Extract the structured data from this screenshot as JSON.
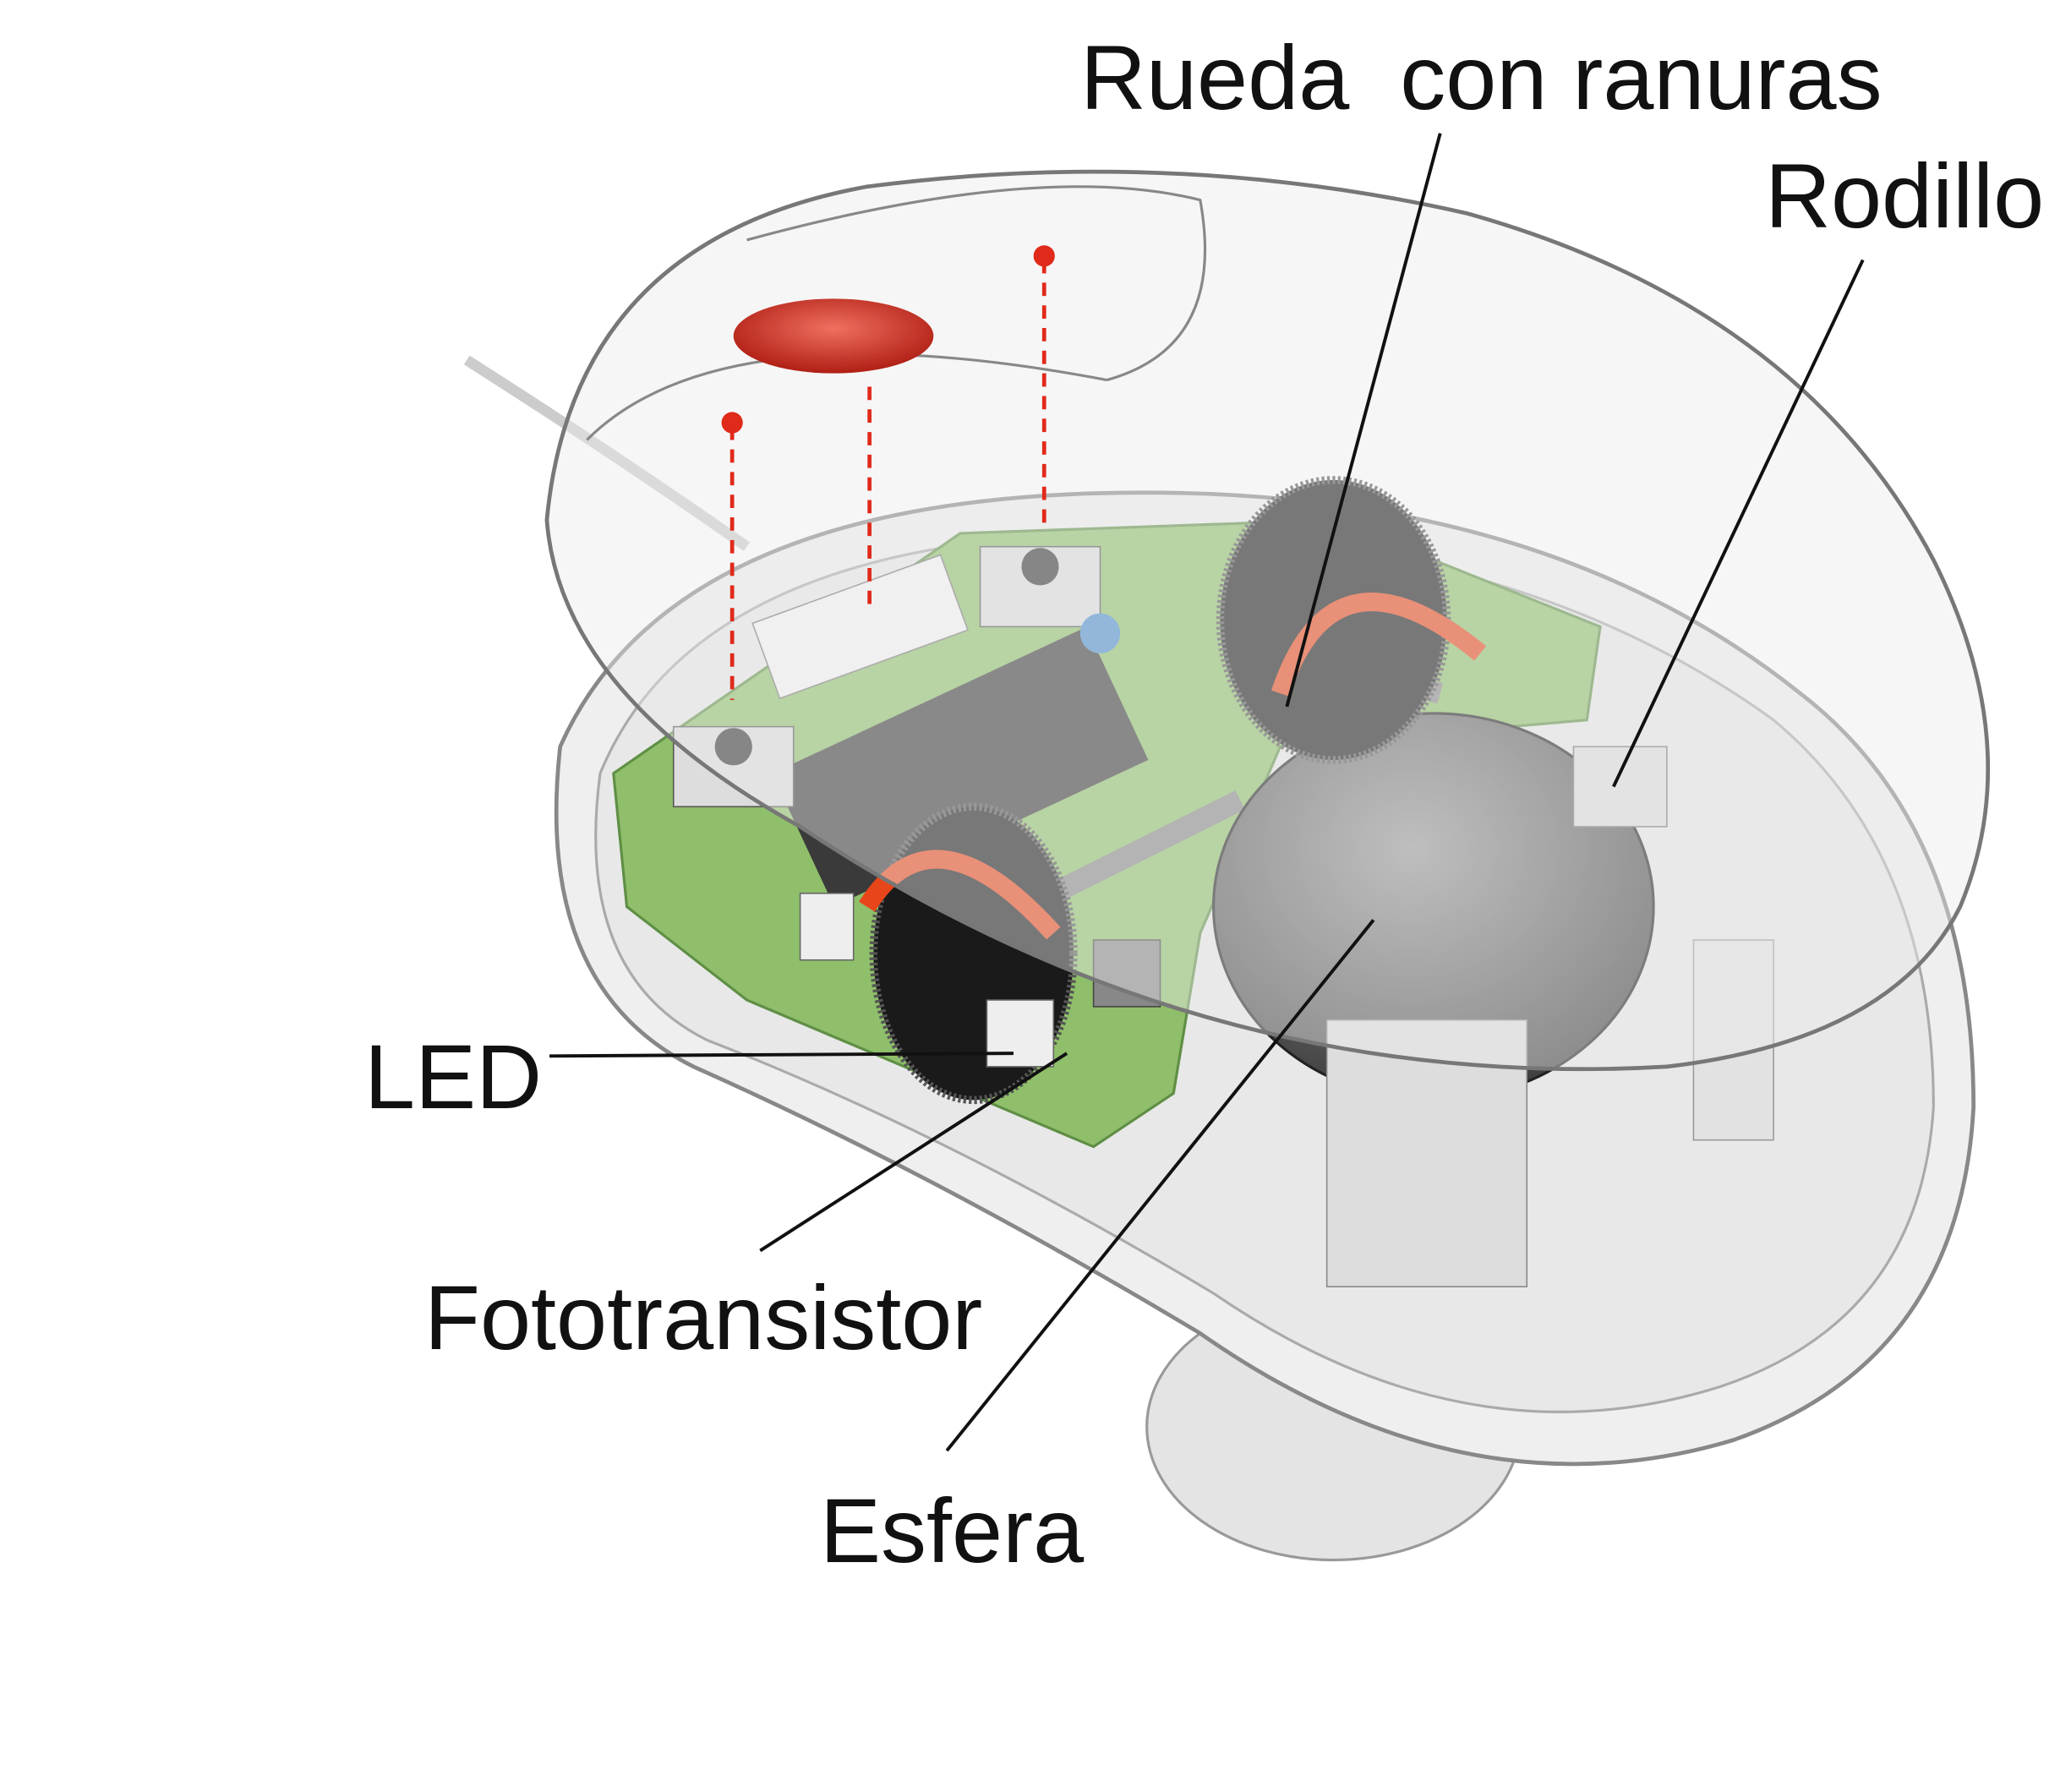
{
  "labels": {
    "wheel": "Rueda  con ranuras",
    "roller": "Rodillo",
    "led": "LED",
    "phototransistor": "Fototransistor",
    "ball": "Esfera"
  },
  "colors": {
    "pcb": "#8fbf6a",
    "ball": "#5a5a5a",
    "arrow": "#e8461a",
    "button": "#c8281e",
    "shell": "#e6e6e6"
  }
}
